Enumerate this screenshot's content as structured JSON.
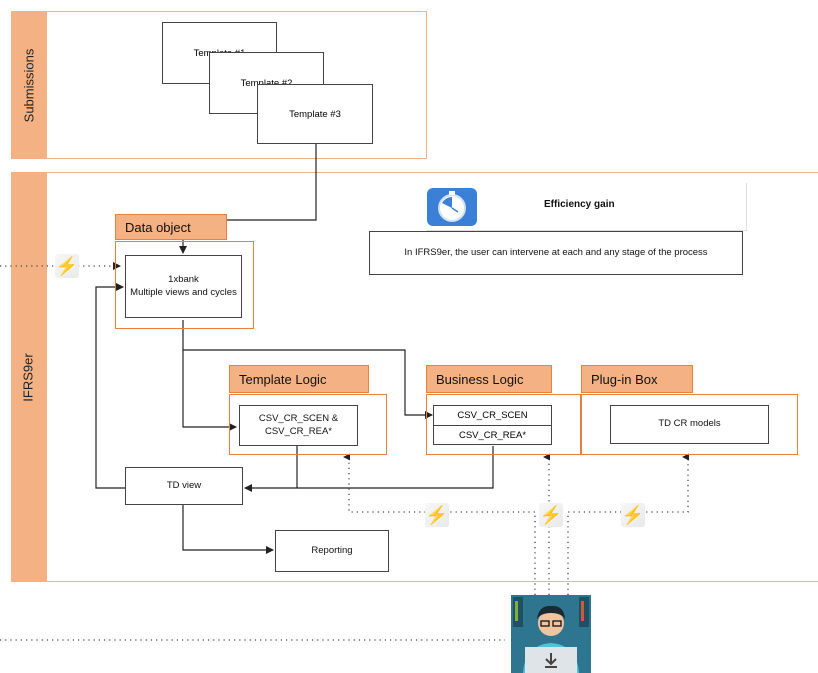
{
  "lanes": {
    "submissions": "Submissions",
    "ifrs9er": "IFRS9er"
  },
  "templates": [
    "Template #1",
    "Template #2",
    "Template #3"
  ],
  "data_object": {
    "header": "Data object",
    "content": "1xbank\nMultiple views and cycles"
  },
  "efficiency": {
    "title": "Efficiency gain",
    "text": "In IFRS9er, the user can intervene at each and any stage of the process",
    "icon": "stopwatch-icon"
  },
  "template_logic": {
    "header": "Template Logic",
    "content": "CSV_CR_SCEN &\nCSV_CR_REA*"
  },
  "business_logic": {
    "header": "Business Logic",
    "row1": "CSV_CR_SCEN",
    "row2": "CSV_CR_REA*"
  },
  "plugin_box": {
    "header": "Plug-in Box",
    "content": "TD CR models"
  },
  "td_view": "TD view",
  "reporting": "Reporting",
  "user": {
    "icon": "user-at-laptop-icon"
  },
  "colors": {
    "lane_orange": "#f4b183",
    "frame_orange": "#e8823a",
    "bolt_yellow": "#f2c300",
    "stopwatch_blue": "#3b7fd6"
  }
}
